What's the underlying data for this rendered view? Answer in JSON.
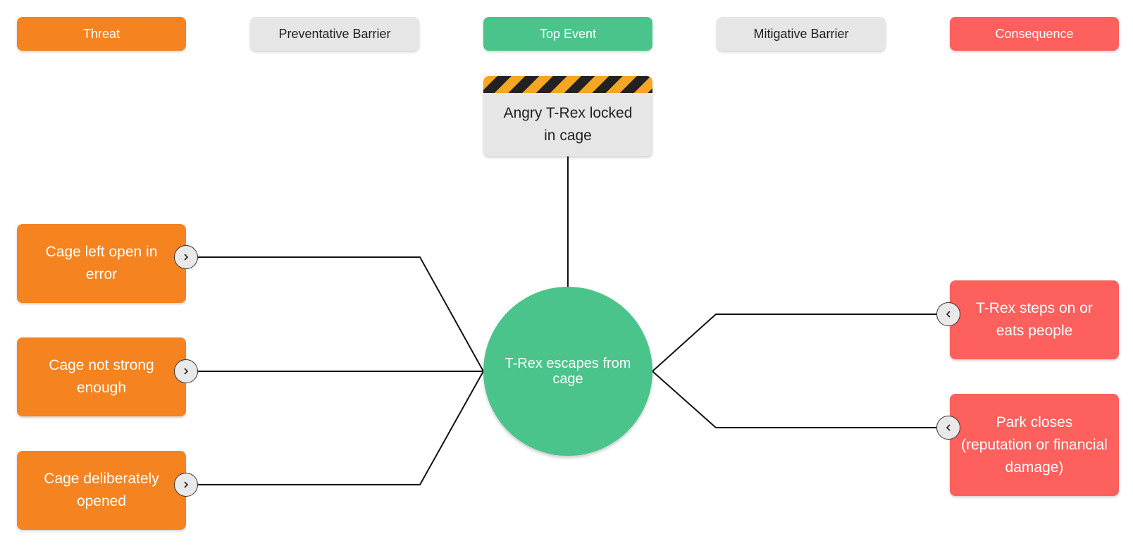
{
  "headers": {
    "threat": "Threat",
    "preventative_barrier": "Preventative Barrier",
    "top_event": "Top Event",
    "mitigative_barrier": "Mitigative Barrier",
    "consequence": "Consequence"
  },
  "hazard": "Angry T-Rex locked in cage",
  "top_event": "T-Rex escapes from cage",
  "threats": [
    "Cage left open in error",
    "Cage not strong enough",
    "Cage deliberately opened"
  ],
  "consequences": [
    "T-Rex steps on or eats people",
    "Park closes (reputation or financial damage)"
  ],
  "colors": {
    "threat": "#f5831f",
    "barrier": "#e6e6e6",
    "top_event": "#4bc48b",
    "consequence": "#fd605d",
    "hazard_stripe_yellow": "#f5a623",
    "hazard_stripe_black": "#222222"
  },
  "icons": {
    "expand_right": "chevron-right-icon",
    "expand_left": "chevron-left-icon"
  }
}
